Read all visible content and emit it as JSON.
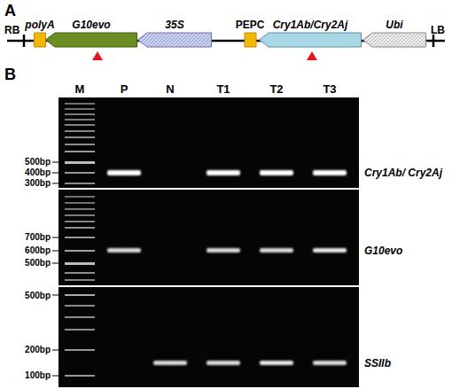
{
  "diagram": {
    "nodes": [
      {
        "text": [
          "polyA"
        ]
      },
      {
        "text": [
          "G10evo"
        ]
      },
      {
        "text": [
          "35S"
        ]
      },
      {
        "text": [
          "PEPC"
        ]
      },
      {
        "text": [
          "Cry1Ab/Cry2Aj"
        ]
      },
      {
        "text": [
          "Ubi"
        ]
      }
    ],
    "labels": [
      "A",
      "B",
      "RB",
      "LB",
      "M",
      "P",
      "N",
      "T1",
      "T2",
      "T3",
      "500bp",
      "400bp",
      "300bp",
      "700bp",
      "600bp",
      "500bp",
      "500bp",
      "200bp",
      "100bp",
      "Cry1Ab/ Cry2Aj",
      "G10evo",
      "SSIIb"
    ]
  }
}
